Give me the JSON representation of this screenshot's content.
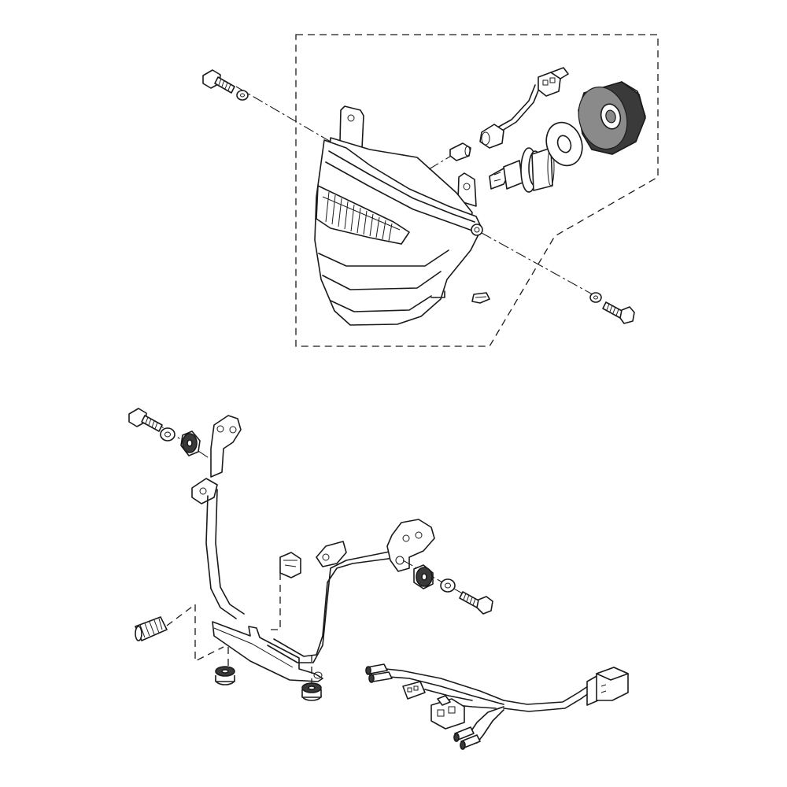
{
  "diagram": {
    "parts": [
      "headlight-assembly-kit-boundary",
      "headlight-housing",
      "mounting-bolt-upper-left",
      "washer-upper-left",
      "mounting-bolt-right",
      "washer-right",
      "wiring-connector",
      "bulb-socket",
      "position-bulb",
      "headlight-bulb",
      "bulb-retainer-ring",
      "rubber-dust-cover",
      "clip-nut",
      "headlight-stay-bracket",
      "stay-bolt-left",
      "stay-collar-left",
      "stay-grommet-left",
      "stay-bolt-right",
      "stay-collar-right",
      "stay-grommet-right",
      "spring-nut",
      "lower-grommet-left",
      "lower-grommet-right",
      "headlight-wire-harness"
    ]
  }
}
